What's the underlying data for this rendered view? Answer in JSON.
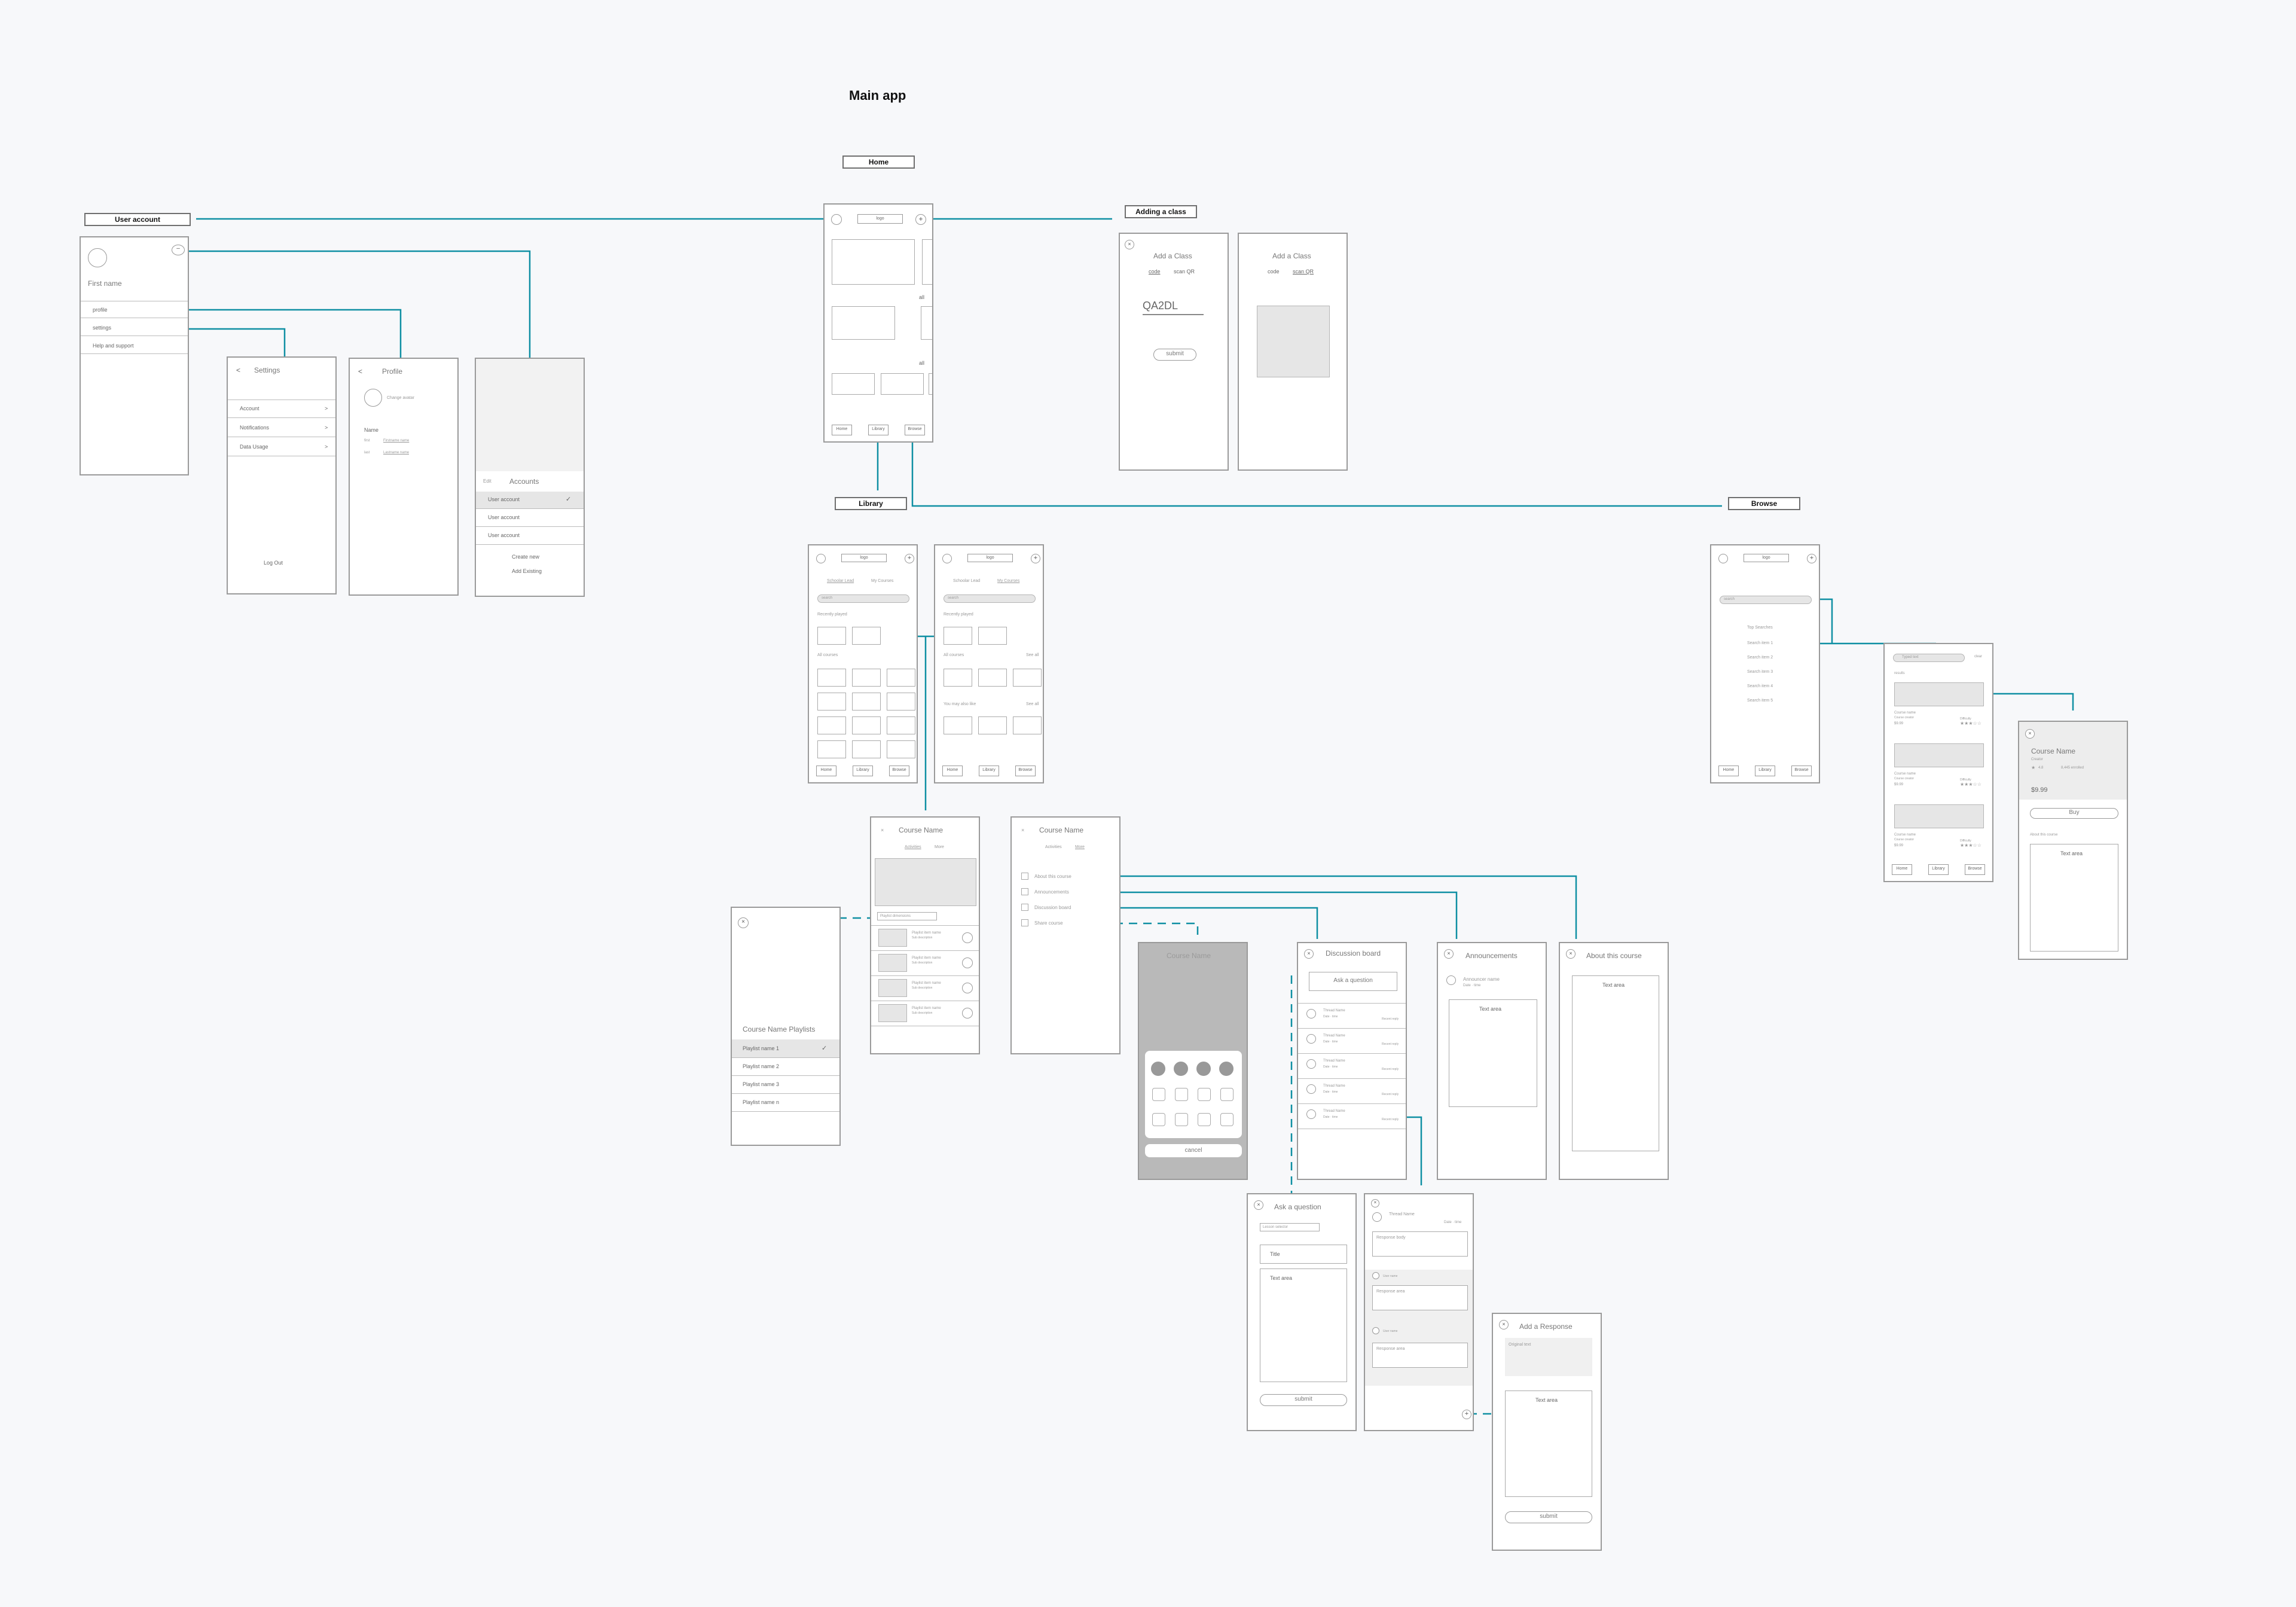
{
  "title": "Main app",
  "tags": {
    "home": "Home",
    "user_account": "User account",
    "adding_class": "Adding a class",
    "library": "Library",
    "browse": "Browse"
  },
  "colors": {
    "connector": "#0f8fa3",
    "background": "#f7f8fa",
    "screen_border": "#9a9a9a",
    "placeholder_fill": "#e6e6e6"
  },
  "icons": {
    "avatar": "user-icon",
    "plus": "plus-icon",
    "close": "close-icon",
    "star": "star-icon",
    "check": "check-icon",
    "chevron": "chevron-right-icon"
  },
  "home": {
    "logo": "logo",
    "all1": "all",
    "all2": "all",
    "tabs": [
      "Home",
      "Library",
      "Browse"
    ]
  },
  "user": {
    "first_name": "First name",
    "menu": [
      "profile",
      "settings",
      "Help and support"
    ]
  },
  "settings": {
    "back": "<",
    "title": "Settings",
    "items": [
      "Account",
      "Notifications",
      "Data Usage"
    ],
    "chev": ">",
    "logout": "Log Out"
  },
  "profile": {
    "back": "<",
    "title": "Profile",
    "change": "Change avatar",
    "name_label": "Name",
    "first": "first",
    "first_val": "Firstname name",
    "last": "last",
    "last_val": "Lastname name"
  },
  "accounts": {
    "edit": "Edit",
    "title": "Accounts",
    "items": [
      "User account",
      "User account",
      "User account"
    ],
    "create": "Create new",
    "add": "Add Existing"
  },
  "add1": {
    "title": "Add a Class",
    "code": "code",
    "scan": "scan QR",
    "value": "QA2DL",
    "submit": "submit"
  },
  "add2": {
    "title": "Add a Class",
    "code": "code",
    "scan": "scan QR"
  },
  "lib1": {
    "logo": "logo",
    "t1": "Schoolar Lead",
    "t2": "My Courses",
    "search": "search",
    "recent": "Recently played",
    "all": "All courses"
  },
  "lib2": {
    "logo": "logo",
    "t1": "Schoolar Lead",
    "t2": "My Courses",
    "search": "search",
    "recent": "Recently played",
    "all": "All courses",
    "see1": "See all",
    "like": "You may also like",
    "see2": "See all"
  },
  "browse": {
    "logo": "logo",
    "search": "search",
    "top": "Top Searches",
    "items": [
      "Search item 1",
      "Search item 2",
      "Search item 3",
      "Search item 4",
      "Search item 5"
    ]
  },
  "results": {
    "typed": "Typed text",
    "clear": "clear",
    "results": "results",
    "courses": [
      {
        "name": "Course name",
        "by": "Course creator",
        "price": "$9.99",
        "diff": "Difficulty"
      },
      {
        "name": "Course name",
        "by": "Course creator",
        "price": "$9.99",
        "diff": "Difficulty"
      },
      {
        "name": "Course name",
        "by": "Course creator",
        "price": "$9.99",
        "diff": "Difficulty"
      }
    ]
  },
  "detail": {
    "name": "Course Name",
    "creator": "Creator",
    "rating": "4.8",
    "enrolled": "8,445 enrolled",
    "price": "$9.99",
    "buy": "Buy",
    "about": "About this course",
    "text": "Text area"
  },
  "playlists": {
    "title": "Course Name Playlists",
    "items": [
      "Playlist name 1",
      "Playlist name 2",
      "Playlist name 3",
      "Playlist name n"
    ]
  },
  "course1": {
    "title": "Course Name",
    "t1": "Activities",
    "t2": "More",
    "dropdown": "Playlist dimensions",
    "items": [
      "Playlist item name",
      "Playlist item name",
      "Playlist item name",
      "Playlist item name"
    ],
    "sub": "Sub description"
  },
  "course2": {
    "title": "Course Name",
    "t1": "Activities",
    "t2": "More",
    "items": [
      "About this course",
      "Announcements",
      "Discussion board",
      "Share course"
    ]
  },
  "share": {
    "title": "Course Name",
    "cancel": "cancel"
  },
  "discussion": {
    "title": "Discussion board",
    "ask": "Ask a question",
    "threads": [
      "Thread Name",
      "Thread Name",
      "Thread Name",
      "Thread Name",
      "Thread Name"
    ],
    "date": "Date · time",
    "replies": "Recent reply"
  },
  "announce": {
    "title": "Announcements",
    "name": "Announcer name",
    "date": "Date · time",
    "text": "Text area"
  },
  "about": {
    "title": "About this course",
    "text": "Text area"
  },
  "askq": {
    "title": "Ask a question",
    "lesson": "Lesson selector",
    "field": "Title",
    "text": "Text area",
    "submit": "submit"
  },
  "thread": {
    "name": "Thread Name",
    "date": "Date · time",
    "body": "Response body",
    "responses": [
      "Response area",
      "Response area"
    ],
    "user": "User name"
  },
  "response": {
    "title": "Add a Response",
    "original": "Original text",
    "text": "Text area",
    "submit": "submit"
  }
}
